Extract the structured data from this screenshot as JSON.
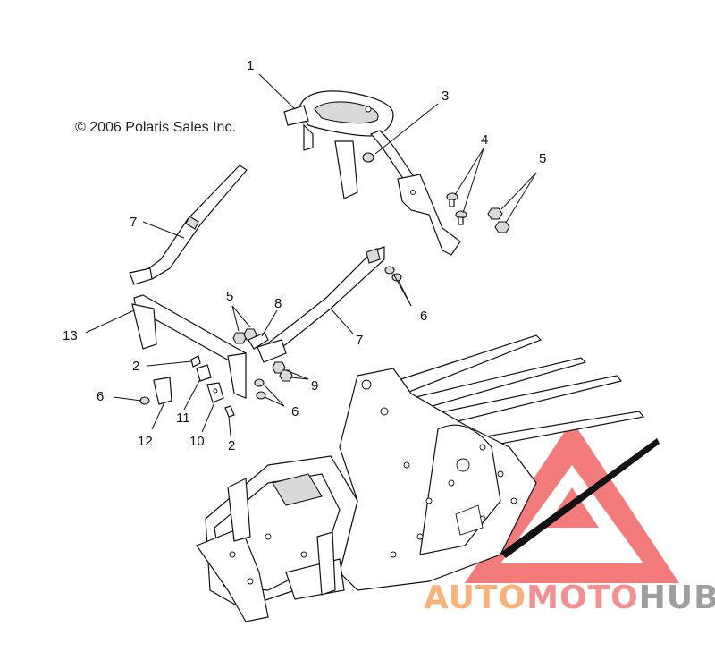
{
  "copyright": "© 2006 Polaris Sales Inc.",
  "callouts": [
    {
      "id": "c1",
      "label": "1"
    },
    {
      "id": "c3",
      "label": "3"
    },
    {
      "id": "c4",
      "label": "4"
    },
    {
      "id": "c5a",
      "label": "5"
    },
    {
      "id": "c7a",
      "label": "7"
    },
    {
      "id": "c5b",
      "label": "5"
    },
    {
      "id": "c8",
      "label": "8"
    },
    {
      "id": "c6a",
      "label": "6"
    },
    {
      "id": "c7b",
      "label": "7"
    },
    {
      "id": "c13",
      "label": "13"
    },
    {
      "id": "c2a",
      "label": "2"
    },
    {
      "id": "c9",
      "label": "9"
    },
    {
      "id": "c6b",
      "label": "6"
    },
    {
      "id": "c6c",
      "label": "6"
    },
    {
      "id": "c11",
      "label": "11"
    },
    {
      "id": "c10",
      "label": "10"
    },
    {
      "id": "c12",
      "label": "12"
    },
    {
      "id": "c2b",
      "label": "2"
    }
  ],
  "watermark": {
    "part1": "AUTO",
    "part2": "MOTO",
    "part3": "HUB",
    "color_auto": "#f6b27a",
    "color_moto": "#f19191",
    "color_hub": "#9e9e9e",
    "triangle_color": "#ef4f4f"
  }
}
